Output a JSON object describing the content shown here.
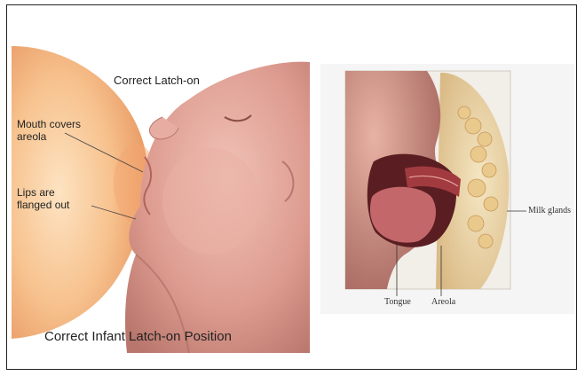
{
  "left_figure": {
    "title": "Correct Latch-on",
    "labels": [
      {
        "id": "mouth",
        "text": "Mouth covers\nareola"
      },
      {
        "id": "lips",
        "text": "Lips are\nflanged out"
      }
    ],
    "caption": "Correct Infant Latch-on Position"
  },
  "right_figure": {
    "labels": [
      {
        "id": "milk-glands",
        "text": "Milk glands"
      },
      {
        "id": "tongue",
        "text": "Tongue"
      },
      {
        "id": "areola",
        "text": "Areola"
      }
    ]
  },
  "colors": {
    "breast_light": "#fbdcb6",
    "breast_dark": "#eea36f",
    "skin": "#e8aa9c",
    "skin_shadow": "#b86b62",
    "tissue": "#ecd9a8",
    "mouth_red": "#9e3a3c",
    "tongue": "#c4676a"
  }
}
